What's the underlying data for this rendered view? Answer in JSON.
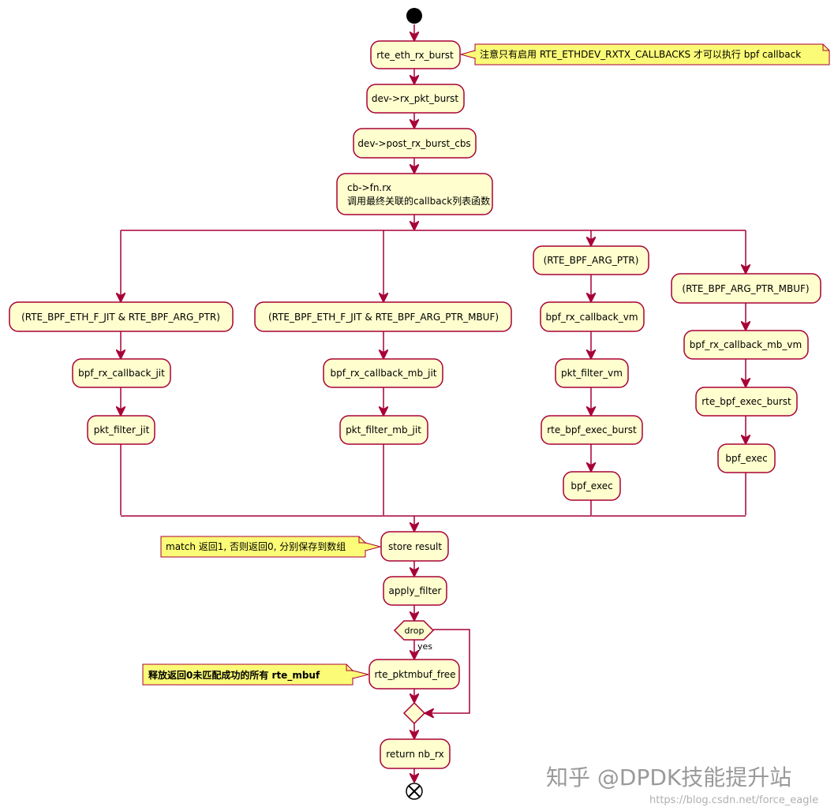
{
  "nodes": {
    "rte_eth_rx_burst": "rte_eth_rx_burst",
    "dev_rx_pkt_burst": "dev->rx_pkt_burst",
    "dev_post_rx_burst_cbs": "dev->post_rx_burst_cbs",
    "cb_fn_rx_line1": "cb->fn.rx",
    "cb_fn_rx_line2": "调用最终关联的callback列表函数",
    "branch1_cond": "(RTE_BPF_ETH_F_JIT & RTE_BPF_ARG_PTR)",
    "branch1_step1": "bpf_rx_callback_jit",
    "branch1_step2": "pkt_filter_jit",
    "branch2_cond": "(RTE_BPF_ETH_F_JIT & RTE_BPF_ARG_PTR_MBUF)",
    "branch2_step1": "bpf_rx_callback_mb_jit",
    "branch2_step2": "pkt_filter_mb_jit",
    "branch3_cond": "(RTE_BPF_ARG_PTR)",
    "branch3_step1": "bpf_rx_callback_vm",
    "branch3_step2": "pkt_filter_vm",
    "branch3_step3": "rte_bpf_exec_burst",
    "branch3_step4": "bpf_exec",
    "branch4_cond": "(RTE_BPF_ARG_PTR_MBUF)",
    "branch4_step1": "bpf_rx_callback_mb_vm",
    "branch4_step2": "rte_bpf_exec_burst",
    "branch4_step3": "bpf_exec",
    "store_result": "store result",
    "apply_filter": "apply_filter",
    "drop_decision": "drop",
    "drop_yes": "yes",
    "rte_pktmbuf_free": "rte_pktmbuf_free",
    "return_nb_rx": "return nb_rx"
  },
  "notes": {
    "callbacks_note": "注意只有启用 RTE_ETHDEV_RXTX_CALLBACKS 才可以执行 bpf callback",
    "match_note": "match 返回1, 否则返回0, 分别保存到数组",
    "free_note": "释放返回0未匹配成功的所有 rte_mbuf"
  },
  "watermark": {
    "main": "知乎 @DPDK技能提升站",
    "url": "https://blog.csdn.net/force_eagle"
  },
  "colors": {
    "activity_fill": "#FEFECE",
    "border": "#A80036",
    "note_fill": "#FBFB77"
  }
}
